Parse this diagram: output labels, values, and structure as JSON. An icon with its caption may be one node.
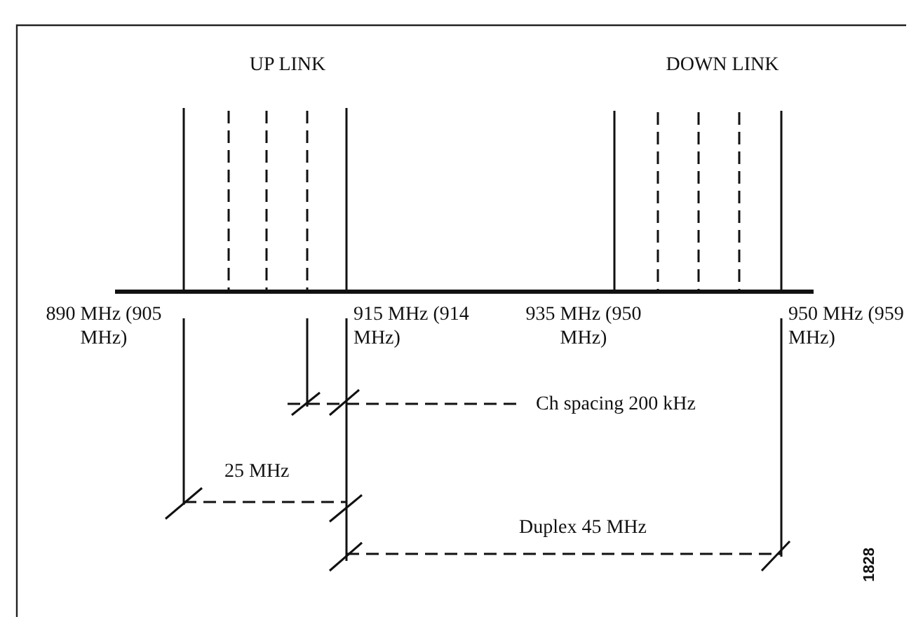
{
  "diagram": {
    "labels": [
      "UP LINK",
      "DOWN LINK",
      "890 MHz (905 MHz)",
      "915 MHz (914 MHz)",
      "935 MHz (950 MHz)",
      "950 MHz (959 MHz)",
      "Ch spacing 200 kHz",
      "25 MHz",
      "Duplex 45 MHz",
      "1828"
    ]
  }
}
